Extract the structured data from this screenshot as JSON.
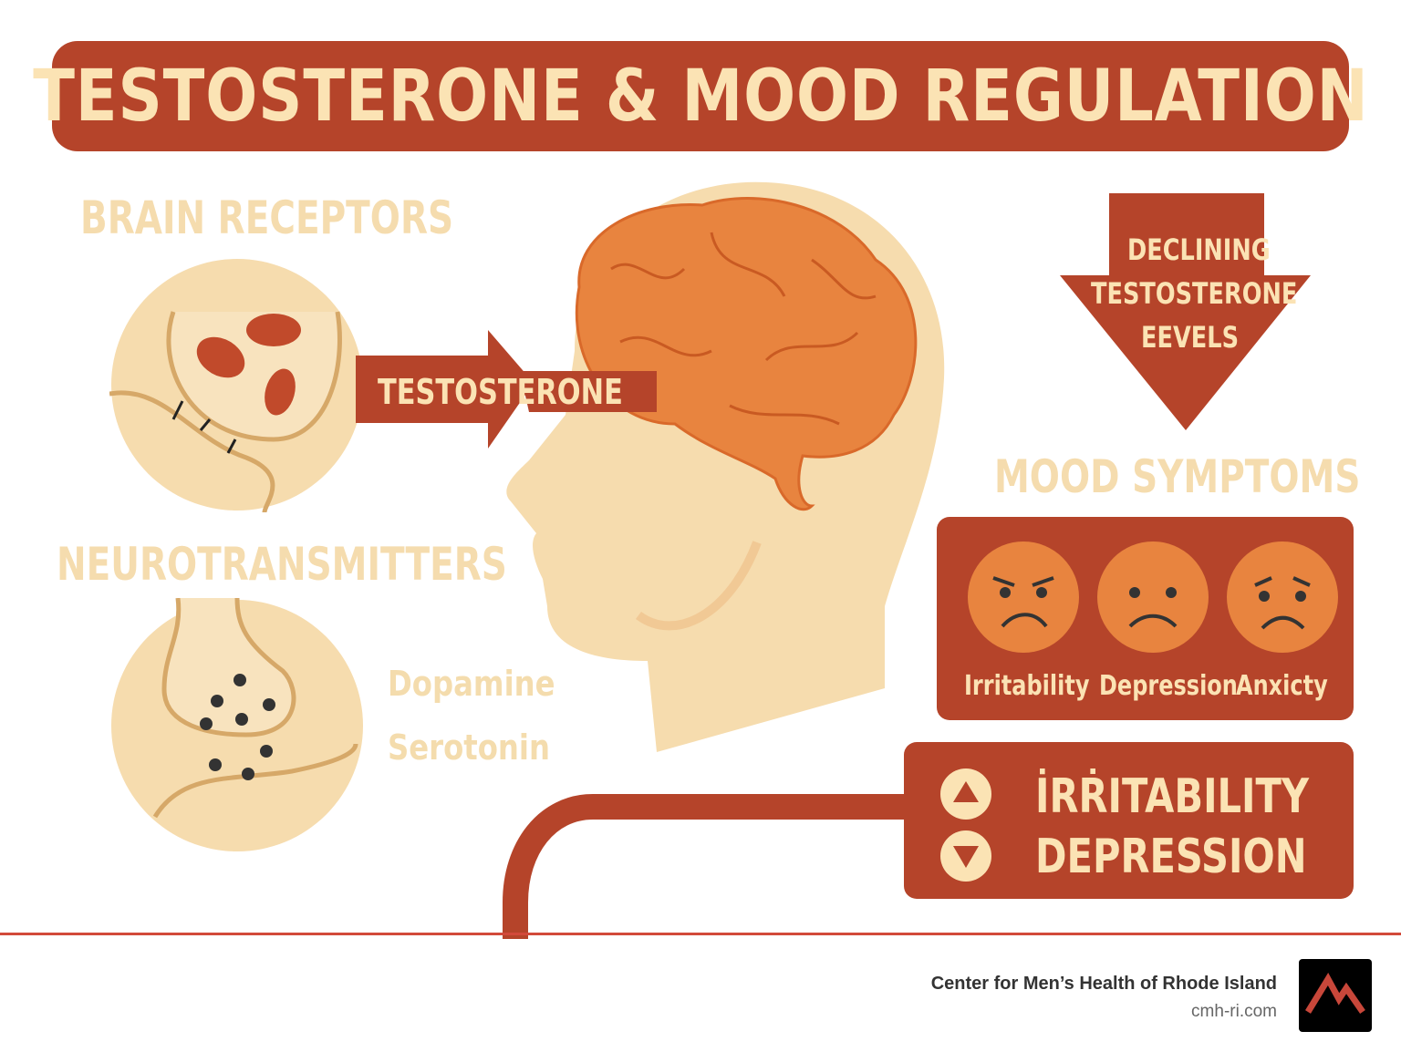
{
  "title": "TESTOSTERONE & MOOD REGULATION",
  "sections": {
    "brain_receptors": "BRAIN RECEPTORS",
    "neurotransmitters": "NEUROTRANSMITTERS",
    "mood_symptoms": "MOOD SYMPTOMS"
  },
  "arrow_label": "TESTOSTERONE",
  "declining_arrow": {
    "line1": "DECLINING",
    "line2": "TESTOSTERONE",
    "line3": "EEVELS"
  },
  "neurotransmitter_list": [
    "Dopamine",
    "Serotonin"
  ],
  "symptoms": [
    {
      "face": "angry-face-icon",
      "label": "Irritability"
    },
    {
      "face": "sad-face-icon",
      "label": "Depression"
    },
    {
      "face": "worried-face-icon",
      "label": "Anxicty"
    }
  ],
  "effects": [
    {
      "icon": "up-triangle-icon",
      "label": "İRṘITABILITY"
    },
    {
      "icon": "down-triangle-icon",
      "label": "DEPRESSION"
    }
  ],
  "footer": {
    "org": "Center for Men’s Health of Rhode Island",
    "url": "cmh-ri.com"
  },
  "colors": {
    "primary": "#b5442a",
    "cream": "#fbe3b4",
    "brain": "#e8843f"
  }
}
